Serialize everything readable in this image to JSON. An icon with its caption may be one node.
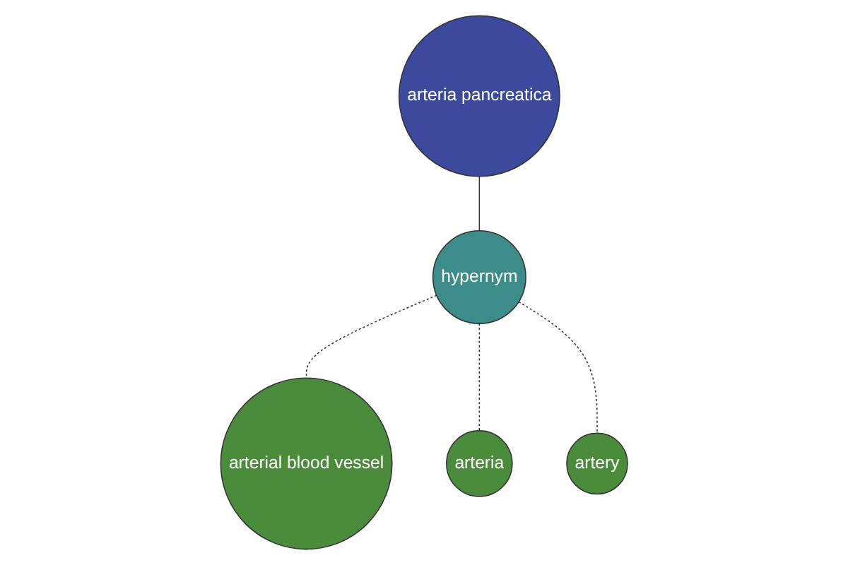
{
  "diagram": {
    "nodes": [
      {
        "text": [
          "arteria pancreatica"
        ]
      },
      {
        "text": [
          "hypernym"
        ]
      },
      {
        "text": [
          "arterial blood vessel"
        ]
      },
      {
        "text": [
          "arteria"
        ]
      },
      {
        "text": [
          "artery"
        ]
      }
    ],
    "edges": [
      {
        "from": 0,
        "to": 1,
        "arrow": "none"
      },
      {
        "from": 1,
        "to": 2,
        "arrow": "none",
        "style": "dashed"
      },
      {
        "from": 1,
        "to": 3,
        "arrow": "none",
        "style": "dashed"
      },
      {
        "from": 1,
        "to": 4,
        "arrow": "none",
        "style": "dashed"
      }
    ]
  }
}
